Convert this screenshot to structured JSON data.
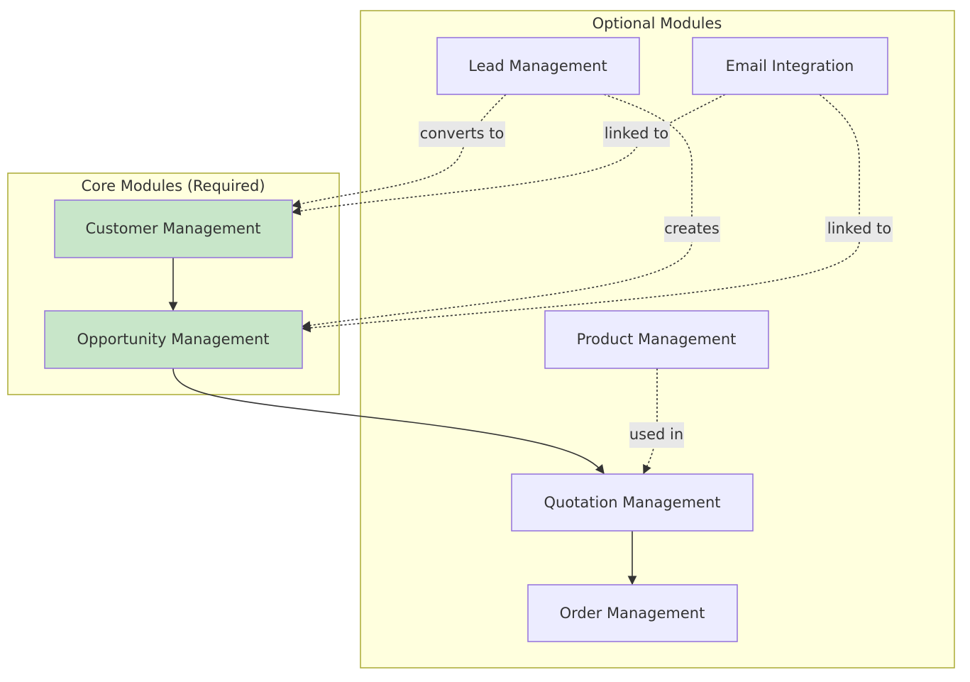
{
  "clusters": {
    "core": {
      "title": "Core Modules (Required)"
    },
    "optional": {
      "title": "Optional Modules"
    }
  },
  "nodes": {
    "customer": "Customer Management",
    "opportunity": "Opportunity Management",
    "lead": "Lead Management",
    "email": "Email Integration",
    "product": "Product Management",
    "quotation": "Quotation Management",
    "order": "Order Management"
  },
  "edges": {
    "lead_customer": "converts to",
    "email_customer": "linked to",
    "lead_opportunity": "creates",
    "email_opportunity": "linked to",
    "product_quotation": "used in"
  },
  "colors": {
    "cluster_fill": "#ffffde",
    "cluster_stroke": "#aaaa33",
    "core_node_fill": "#c8e6c9",
    "optional_node_fill": "#ececff",
    "node_stroke": "#9370db",
    "edge_label_bg": "#e8e8e8"
  }
}
